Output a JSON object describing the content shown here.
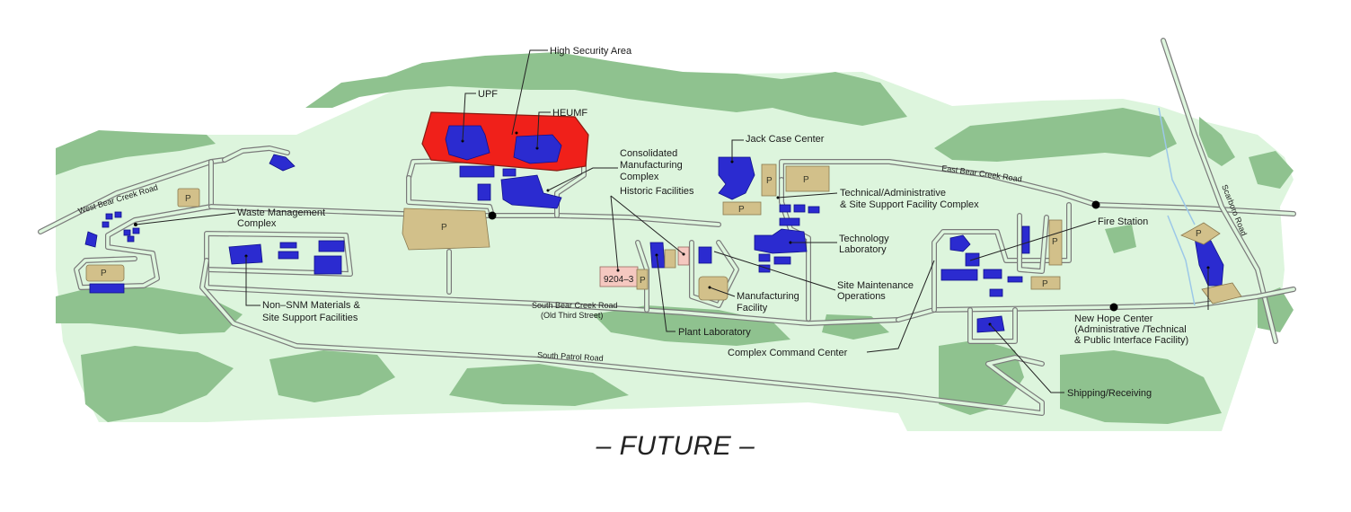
{
  "caption": "– FUTURE –",
  "labels": {
    "high_security_area": "High Security Area",
    "upf": "UPF",
    "heumf": "HEUMF",
    "consolidated_1": "Consolidated",
    "consolidated_2": "Manufacturing",
    "consolidated_3": "Complex",
    "jack_case": "Jack Case Center",
    "tech_admin_1": "Technical/Administrative",
    "tech_admin_2": "& Site Support Facility Complex",
    "historic": "Historic Facilities",
    "waste_1": "Waste Management",
    "waste_2": "Complex",
    "tech_lab_1": "Technology",
    "tech_lab_2": "Laboratory",
    "fire_station": "Fire Station",
    "non_snm_1": "Non–SNM Materials &",
    "non_snm_2": "Site Support Facilities",
    "site_maint_1": "Site Maintenance",
    "site_maint_2": "Operations",
    "manufacturing_1": "Manufacturing",
    "manufacturing_2": "Facility",
    "plant_lab": "Plant Laboratory",
    "complex_command": "Complex Command Center",
    "new_hope_1": "New Hope Center",
    "new_hope_2": "(Administrative /Technical",
    "new_hope_3": "& Public Interface Facility)",
    "shipping": "Shipping/Receiving",
    "bldg_9204": "9204–3"
  },
  "roads": {
    "west_bear_creek": "West Bear Creek Road",
    "east_bear_creek": "East Bear Creek Road",
    "south_bear_1": "South Bear Creek Road",
    "south_bear_2": "(Old Third Street)",
    "south_patrol": "South Patrol Road",
    "scarboro": "Scarboro Road"
  },
  "parking_symbol": "P",
  "colors": {
    "background_land": "#ddf5dd",
    "hills": "#8fc28f",
    "building": "#2b2bd0",
    "parking": "#d2c08a",
    "high_security": "#f0201a",
    "historic_building": "#f5c8c0"
  }
}
